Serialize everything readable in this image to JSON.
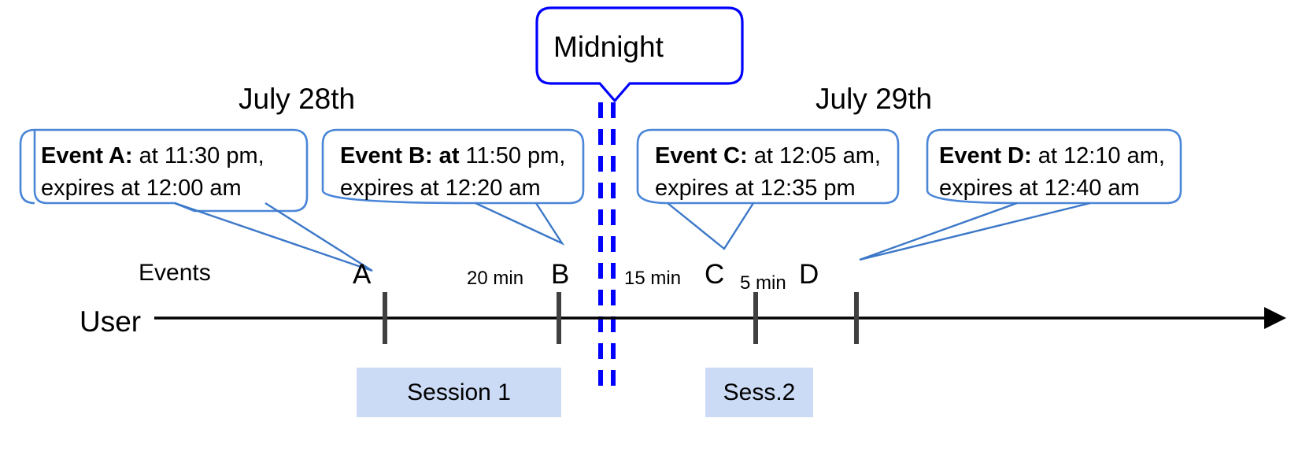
{
  "diagram": {
    "title": "Event expiry across midnight timeline",
    "colors": {
      "callout_border": "#4a86d8",
      "midnight_border": "#0000ff",
      "midnight_dash": "#0000ff",
      "session_fill": "#ccdbf5",
      "axis": "#000000",
      "tick": "#404040",
      "leader_line": "#3c78c8"
    }
  },
  "midnight": {
    "label": "Midnight"
  },
  "days": [
    {
      "label": "July 28th"
    },
    {
      "label": "July 29th"
    }
  ],
  "axis": {
    "row_label": "User",
    "events_label": "Events"
  },
  "callouts": [
    {
      "id": "event-a",
      "bold": "Event A:",
      "rest": " at 11:30 pm,",
      "line2": "expires at 12:00 am"
    },
    {
      "id": "event-b",
      "bold": "Event B: at",
      "rest": " 11:50 pm,",
      "line2": "expires at 12:20 am"
    },
    {
      "id": "event-c",
      "bold": "Event C:",
      "rest": " at 12:05 am,",
      "line2": "expires at 12:35 pm"
    },
    {
      "id": "event-d",
      "bold": "Event D:",
      "rest": "  at 12:10 am,",
      "line2": "expires at 12:40 am"
    }
  ],
  "markers": [
    {
      "id": "marker-a",
      "letter": "A"
    },
    {
      "id": "marker-b",
      "letter": "B"
    },
    {
      "id": "marker-c",
      "letter": "C"
    },
    {
      "id": "marker-d",
      "letter": "D"
    }
  ],
  "gaps": [
    {
      "id": "gap-ab",
      "label": "20 min"
    },
    {
      "id": "gap-bc",
      "label": "15 min"
    },
    {
      "id": "gap-cd",
      "label": "5 min"
    }
  ],
  "sessions": [
    {
      "id": "session-1",
      "label": "Session 1"
    },
    {
      "id": "session-2",
      "label": "Sess.2"
    }
  ]
}
